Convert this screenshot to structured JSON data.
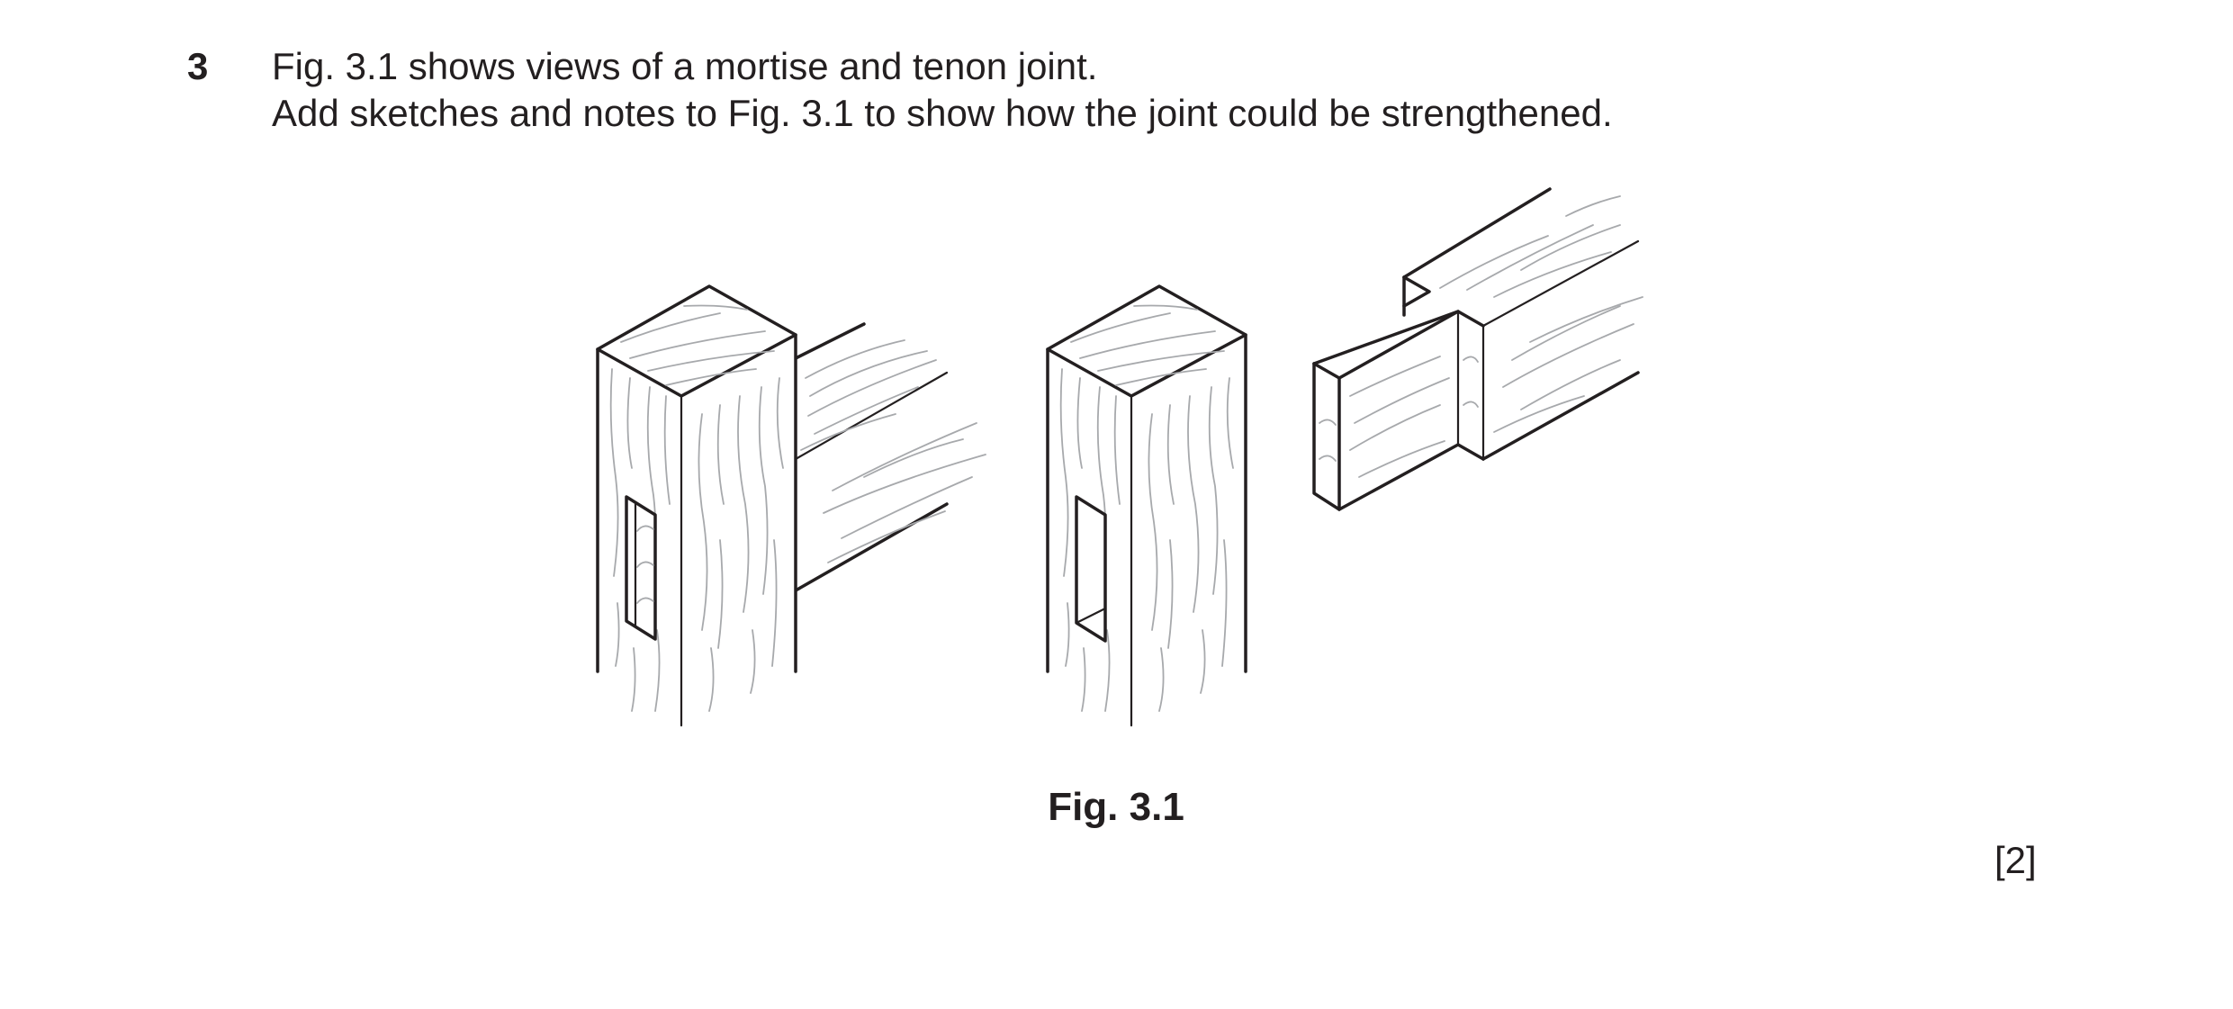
{
  "question": {
    "number": "3",
    "line1": "Fig. 3.1 shows views of a mortise and tenon joint.",
    "line2": "Add sketches and notes to Fig. 3.1 to show how the joint could be strengthened."
  },
  "figure": {
    "caption": "Fig. 3.1"
  },
  "marks": "[2]"
}
